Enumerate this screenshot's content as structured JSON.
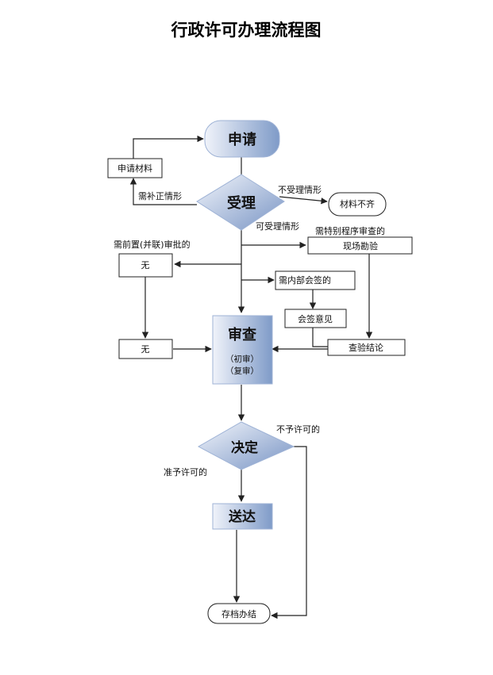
{
  "title": "行政许可办理流程图",
  "nodes": {
    "apply": "申请",
    "accept": "受理",
    "review_title": "审查",
    "review_first": "（初审）",
    "review_second": "（复审）",
    "decide": "决定",
    "deliver": "送达",
    "archive": "存档办结",
    "apply_material": "申请材料",
    "material_missing": "材料不齐",
    "none_top": "无",
    "none_bottom": "无",
    "site_survey": "现场勘验",
    "countersign_opinion": "会签意见",
    "inspection_conclusion": "查验结论"
  },
  "labels": {
    "needs_correction": "需补正情形",
    "not_accepted": "不受理情形",
    "acceptable": "可受理情形",
    "special_procedure": "需特别程序审查的",
    "pre_approval": "需前置(并联)审批的",
    "internal_countersign": "需内部会签的",
    "not_permitted": "不予许可的",
    "permitted": "准予许可的"
  },
  "colors": {
    "shape_light": "#eef2fa",
    "shape_dark": "#7e9bc9",
    "line": "#222222"
  }
}
